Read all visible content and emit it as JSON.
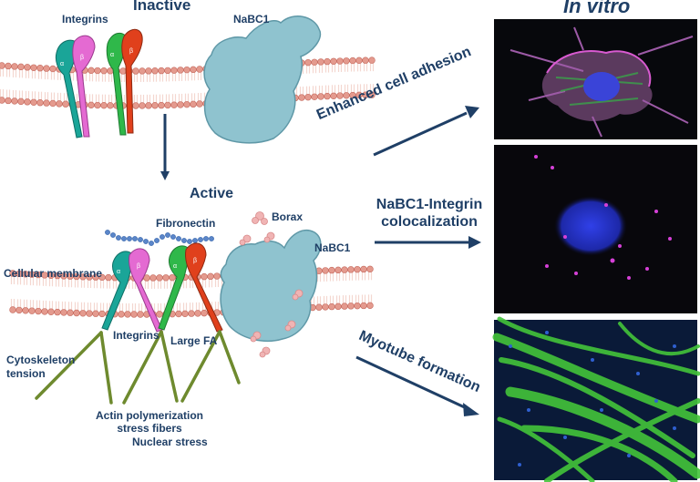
{
  "titles": {
    "inactive": "Inactive",
    "active": "Active",
    "in_vitro": "In vitro"
  },
  "labels": {
    "integrins_top": "Integrins",
    "nabc1_top": "NaBC1",
    "fibronectin": "Fibronectin",
    "borax": "Borax",
    "nabc1_active": "NaBC1",
    "cellular_membrane": "Cellular membrane",
    "integrins_active": "Integrins",
    "large_fa": "Large FA",
    "cytoskeleton_line1": "Cytoskeleton",
    "cytoskeleton_line2": "tension",
    "actin_line1": "Actin polymerization",
    "actin_line2": "stress fibers",
    "nuclear_stress": "Nuclear stress",
    "alpha": "α",
    "beta": "β"
  },
  "outcomes": {
    "adhesion": "Enhanced cell adhesion",
    "coloc_line1": "NaBC1-Integrin",
    "coloc_line2": "colocalization",
    "myotube": "Myotube formation"
  },
  "colors": {
    "text": "#1f3f66",
    "arrow": "#1f3f66",
    "membrane_head": "#e49a8e",
    "membrane_edge": "#c46a5e",
    "membrane_tail": "#f4d7d0",
    "protein": "#8fc3cf",
    "protein_dark": "#5f98a7",
    "fibronectin": "#5b86c9",
    "cytoskeleton": "#6e8a2e",
    "integrin_teal": "#1aa598",
    "integrin_magenta": "#e46ad2",
    "integrin_green": "#2fb84a",
    "integrin_red": "#e0401c",
    "borax": "#f0b4b4"
  }
}
